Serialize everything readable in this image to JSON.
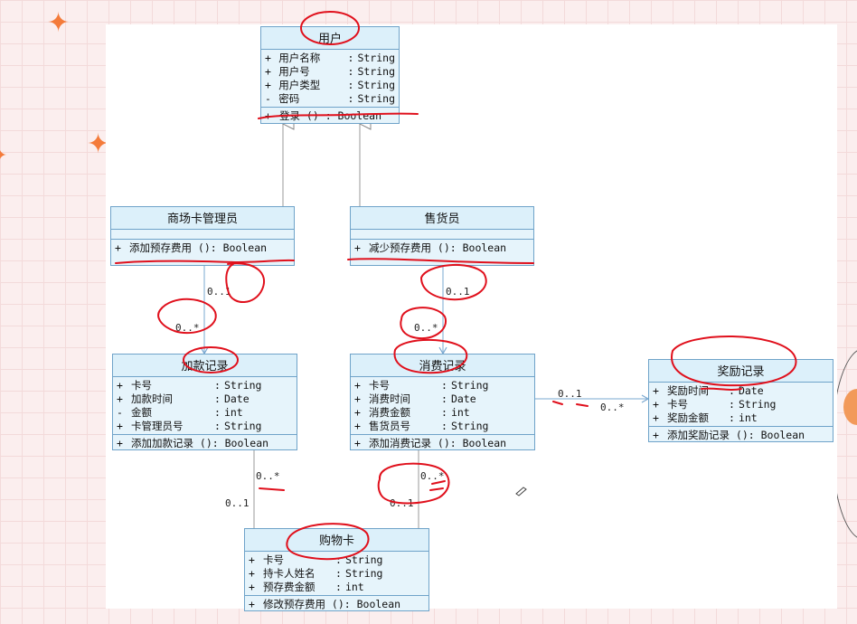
{
  "classes": {
    "user": {
      "name": "用户",
      "attributes": [
        {
          "vis": "+",
          "name": "用户名称",
          "type": "String"
        },
        {
          "vis": "+",
          "name": "用户号",
          "type": "String"
        },
        {
          "vis": "+",
          "name": "用户类型",
          "type": "String"
        },
        {
          "vis": "-",
          "name": "密码",
          "type": "String"
        }
      ],
      "operations": [
        {
          "vis": "+",
          "text": "登录 () : Boolean"
        }
      ]
    },
    "mall_card_admin": {
      "name": "商场卡管理员",
      "attributes": [],
      "operations": [
        {
          "vis": "+",
          "text": "添加预存费用 (): Boolean"
        }
      ]
    },
    "salesperson": {
      "name": "售货员",
      "attributes": [],
      "operations": [
        {
          "vis": "+",
          "text": "减少预存费用 (): Boolean"
        }
      ]
    },
    "deposit_record": {
      "name": "加款记录",
      "attributes": [
        {
          "vis": "+",
          "name": "卡号",
          "type": "String"
        },
        {
          "vis": "+",
          "name": "加款时间",
          "type": "Date"
        },
        {
          "vis": "-",
          "name": "金额",
          "type": "int"
        },
        {
          "vis": "+",
          "name": "卡管理员号",
          "type": "String"
        }
      ],
      "operations": [
        {
          "vis": "+",
          "text": "添加加款记录 (): Boolean"
        }
      ]
    },
    "consumption_record": {
      "name": "消费记录",
      "attributes": [
        {
          "vis": "+",
          "name": "卡号",
          "type": "String"
        },
        {
          "vis": "+",
          "name": "消费时间",
          "type": "Date"
        },
        {
          "vis": "+",
          "name": "消费金额",
          "type": "int"
        },
        {
          "vis": "+",
          "name": "售货员号",
          "type": "String"
        }
      ],
      "operations": [
        {
          "vis": "+",
          "text": "添加消费记录 (): Boolean"
        }
      ]
    },
    "reward_record": {
      "name": "奖励记录",
      "attributes": [
        {
          "vis": "+",
          "name": "奖励时间",
          "type": "Date"
        },
        {
          "vis": "+",
          "name": "卡号",
          "type": "String"
        },
        {
          "vis": "+",
          "name": "奖励金额",
          "type": "int"
        }
      ],
      "operations": [
        {
          "vis": "+",
          "text": "添加奖励记录 (): Boolean"
        }
      ]
    },
    "shopping_card": {
      "name": "购物卡",
      "attributes": [
        {
          "vis": "+",
          "name": "卡号",
          "type": "String"
        },
        {
          "vis": "+",
          "name": "持卡人姓名",
          "type": "String"
        },
        {
          "vis": "+",
          "name": "预存费金额",
          "type": "int"
        }
      ],
      "operations": [
        {
          "vis": "+",
          "text": "修改预存费用 (): Boolean"
        }
      ]
    }
  },
  "multiplicities": {
    "admin_side": "0..1",
    "deposit_side": "0..*",
    "sales_side": "0..1",
    "consumption_side": "0..*",
    "consumption_to_reward_left": "0..1",
    "consumption_to_reward_right": "0..*",
    "deposit_to_card_top": "0..*",
    "deposit_to_card_bottom": "0..1",
    "consumption_to_card_top": "0..*",
    "consumption_to_card_bottom": "0..1"
  },
  "colors": {
    "class_fill": "#e6f4fb",
    "class_border": "#6fa3c9",
    "annotation_ink": "#e0101c",
    "background": "#fbeeee"
  }
}
